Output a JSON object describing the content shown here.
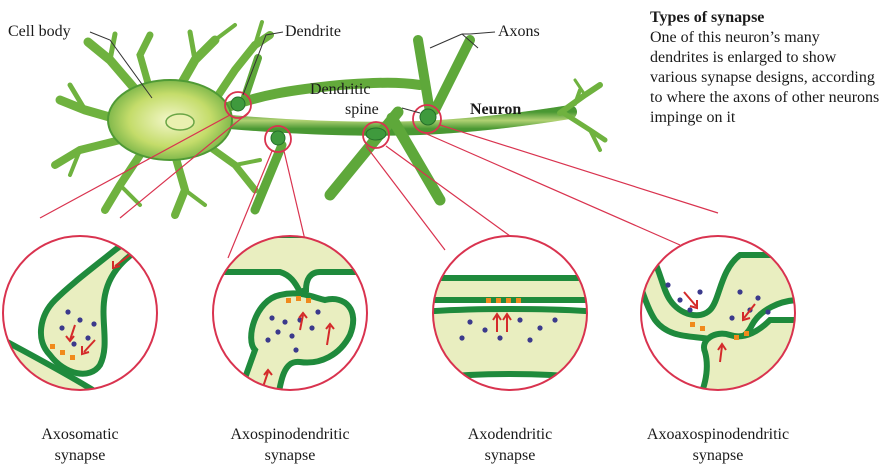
{
  "labels": {
    "cell_body": "Cell body",
    "dendrite": "Dendrite",
    "axons": "Axons",
    "dendritic_spine_line1": "Dendritic",
    "dendritic_spine_line2": "spine",
    "neuron": "Neuron"
  },
  "info": {
    "title": "Types of synapse",
    "body": "One of this neuron’s many dendrites is enlarged to show various synapse designs, according to where the axons of other neurons impinge on it"
  },
  "synapses": [
    {
      "line1": "Axosomatic",
      "line2": "synapse"
    },
    {
      "line1": "Axospinodendritic",
      "line2": "synapse"
    },
    {
      "line1": "Axodendritic",
      "line2": "synapse"
    },
    {
      "line1": "Axoaxospinodendritic",
      "line2": "synapse"
    }
  ],
  "colors": {
    "membrane": "#1f8a3c",
    "cytoplasm": "#e9eec0",
    "cell_fill": "#b9d65a",
    "highlight": "#d9334f",
    "vesicle": "#3b3a8c",
    "arrow": "#d42a2a",
    "active_zone": "#f08a1c"
  }
}
